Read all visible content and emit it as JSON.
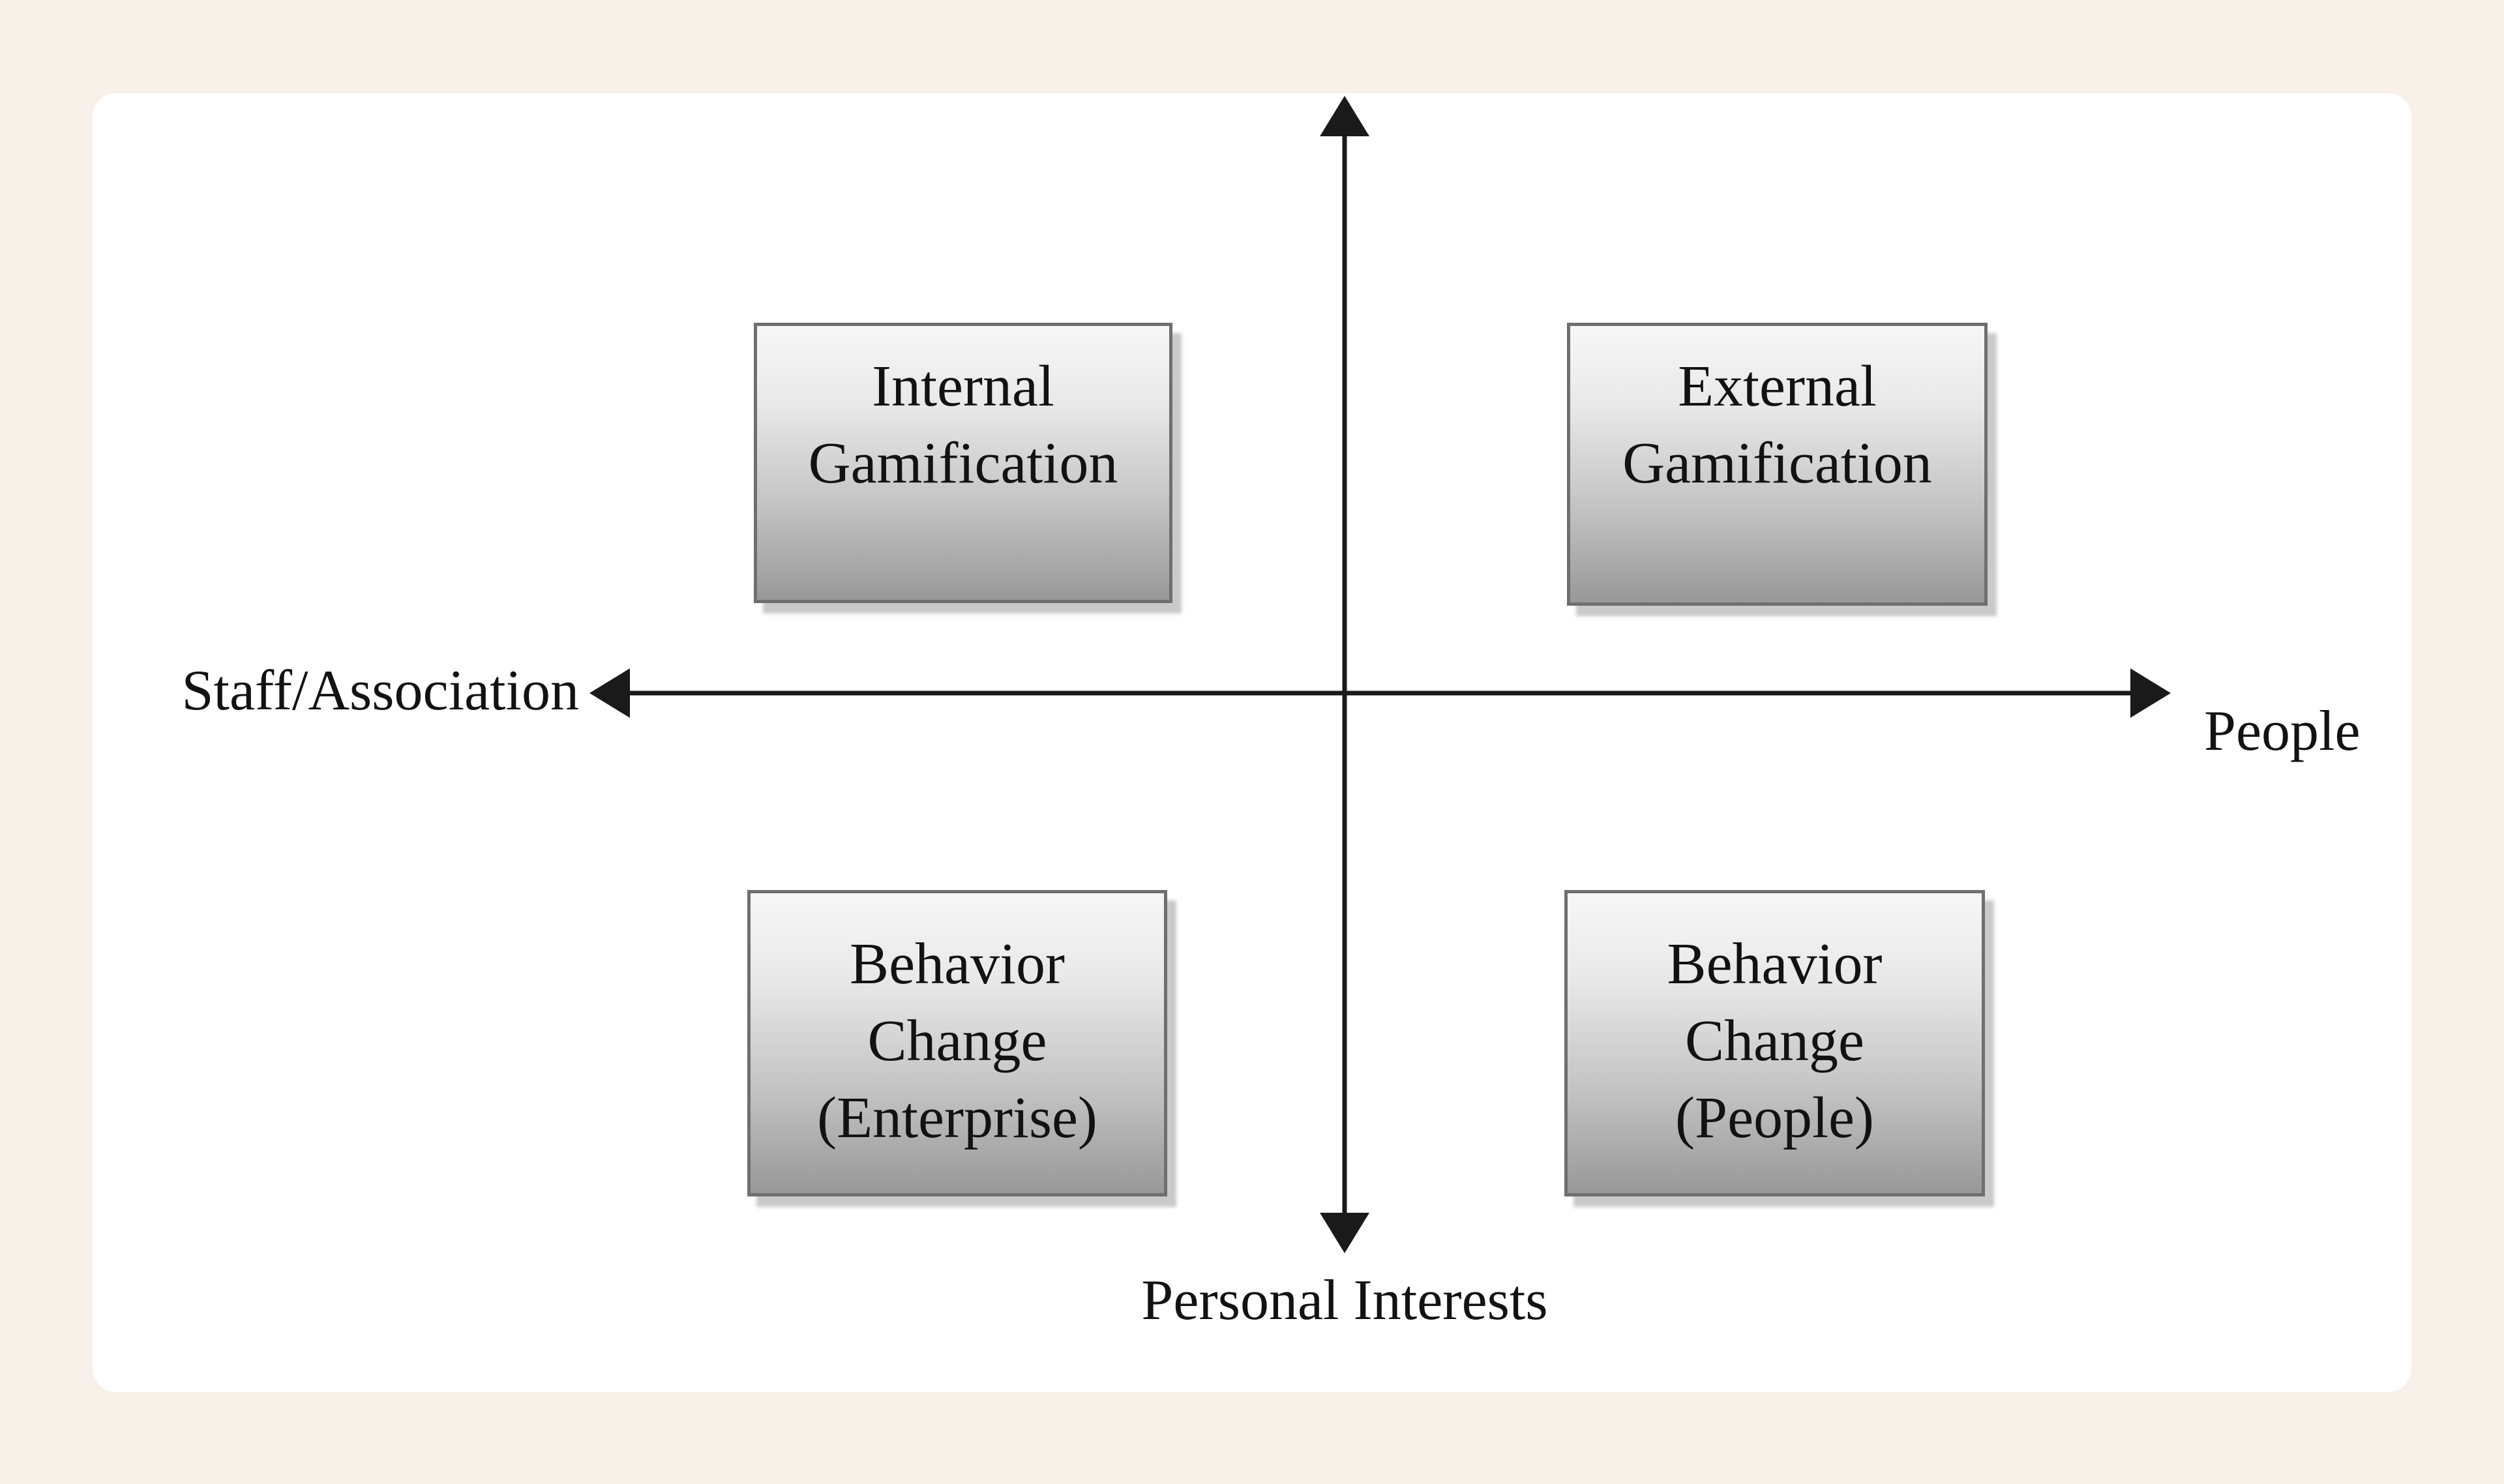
{
  "colors": {
    "page_background": "#f8f1e9",
    "card_background": "#ffffff",
    "axis": "#1a1a1a",
    "box_border": "#6f6f6f",
    "box_gradient_top": "#f7f7f7",
    "box_gradient_bottom": "#989898",
    "text": "#121212"
  },
  "diagram": {
    "type": "quadrant-diagram",
    "axes": {
      "x_left_label": "Staff/Association",
      "x_right_label": "People",
      "y_bottom_label": "Personal Interests"
    },
    "quadrants": [
      {
        "position": "top-left",
        "lines": [
          "Internal",
          "Gamification"
        ]
      },
      {
        "position": "top-right",
        "lines": [
          "External",
          "Gamification"
        ]
      },
      {
        "position": "bottom-left",
        "lines": [
          "Behavior",
          "Change",
          "(Enterprise)"
        ]
      },
      {
        "position": "bottom-right",
        "lines": [
          "Behavior",
          "Change",
          "(People)"
        ]
      }
    ]
  }
}
